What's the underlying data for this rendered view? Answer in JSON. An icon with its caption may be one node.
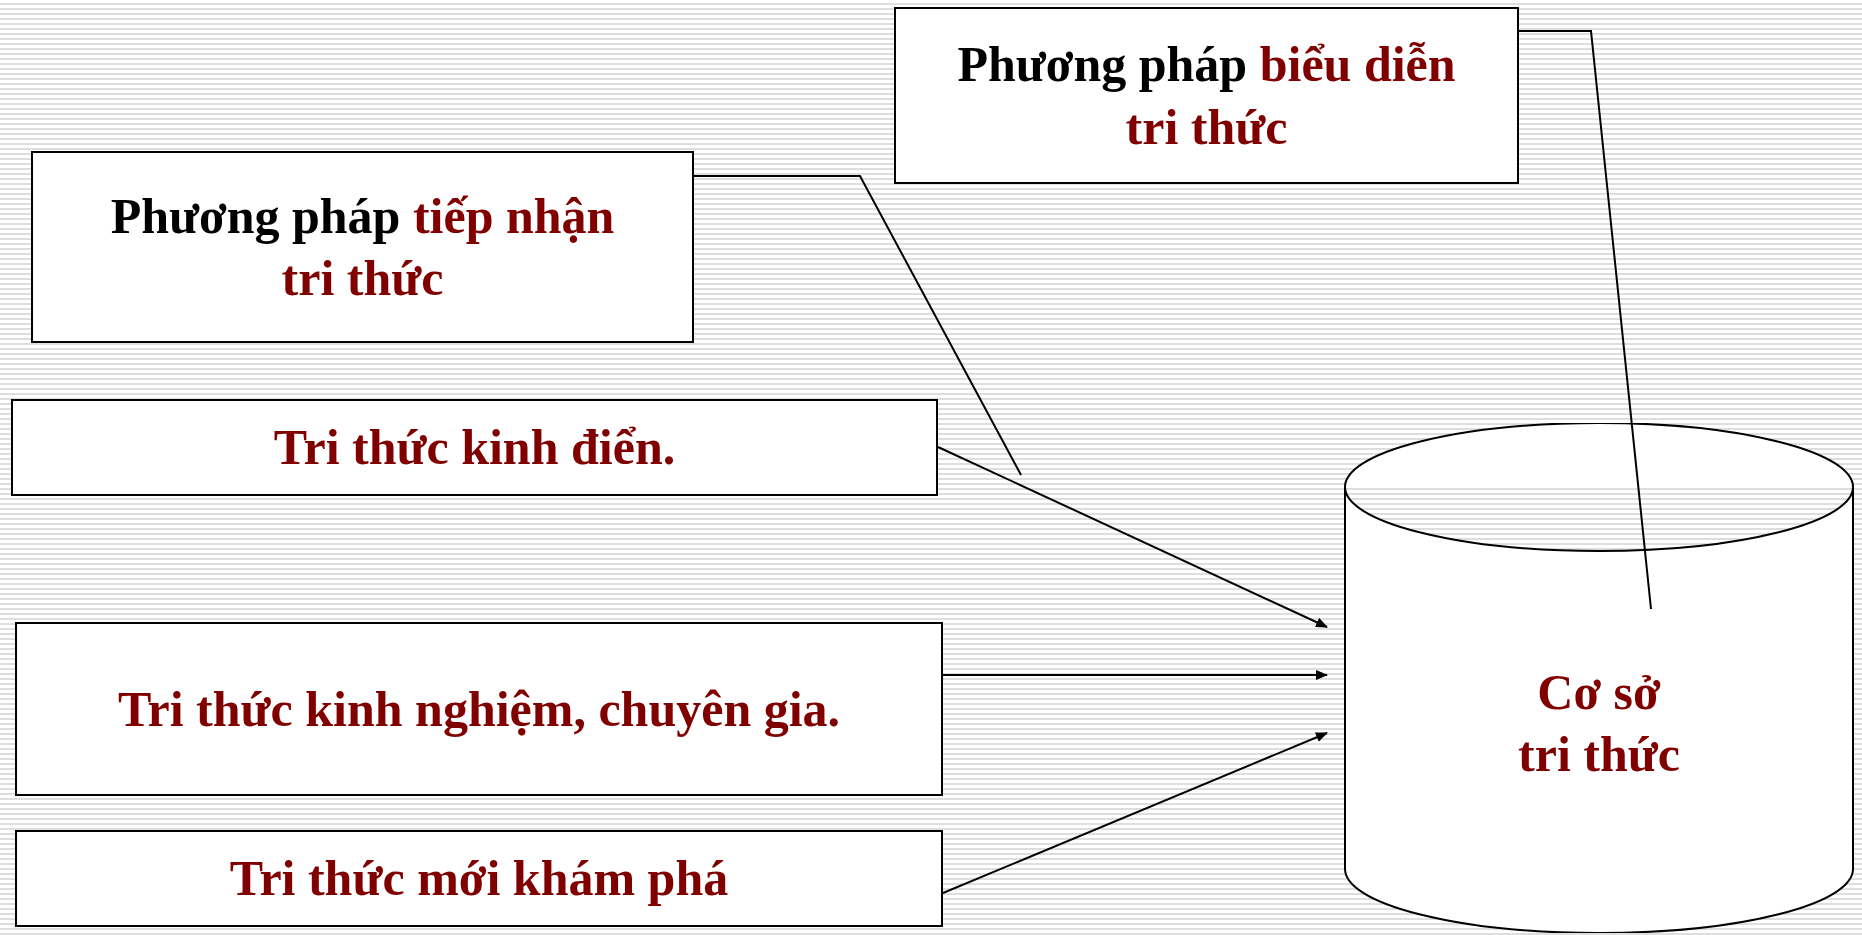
{
  "diagram": {
    "nodes": [
      {
        "text": [
          "Phương pháp",
          "biểu diễn tri thức"
        ]
      },
      {
        "text": [
          "Phương pháp",
          "tiếp nhận tri thức"
        ]
      },
      {
        "text": [
          "Tri thức kinh điển."
        ]
      },
      {
        "text": [
          "Tri thức kinh nghiệm, chuyên gia."
        ]
      },
      {
        "text": [
          "Tri thức mới khám phá"
        ]
      },
      {
        "text": [
          "Cơ sở tri thức"
        ]
      }
    ],
    "edges": [
      {
        "from": 2,
        "to": 5,
        "arrow": "to"
      },
      {
        "from": 3,
        "to": 5,
        "arrow": "to"
      },
      {
        "from": 4,
        "to": 5,
        "arrow": "to"
      },
      {
        "from": 1,
        "to": null,
        "arrow": "none"
      },
      {
        "from": 0,
        "to": 5,
        "arrow": "none"
      }
    ]
  }
}
